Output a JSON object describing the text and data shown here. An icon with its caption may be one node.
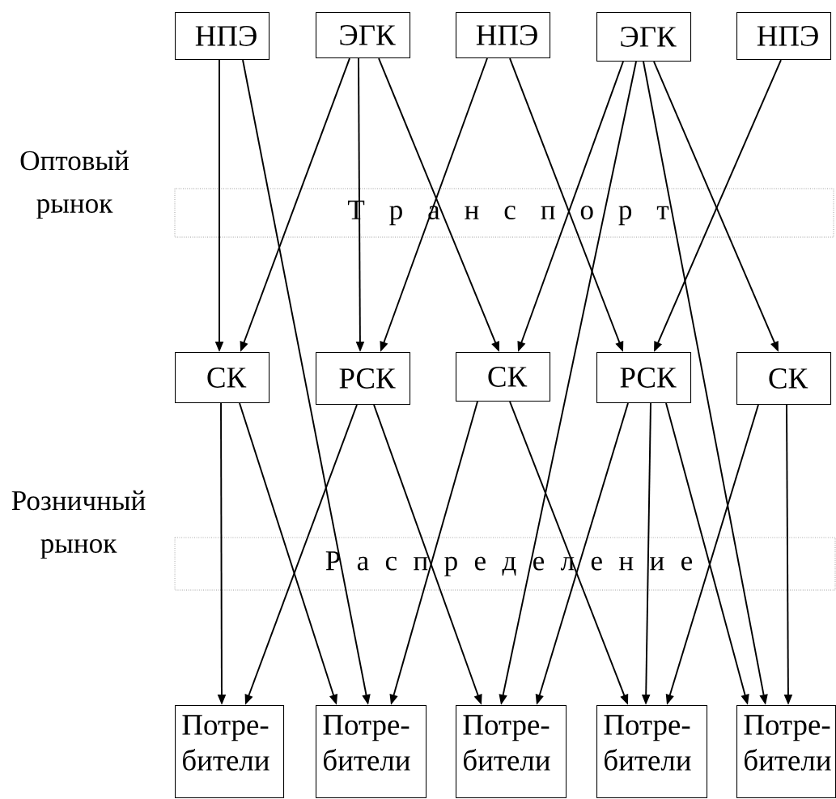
{
  "diagram": {
    "nodes": [
      {
        "text": [
          "НПЭ"
        ]
      },
      {
        "text": [
          "ЭГК"
        ]
      },
      {
        "text": [
          "НПЭ"
        ]
      },
      {
        "text": [
          "ЭГК"
        ]
      },
      {
        "text": [
          "НПЭ"
        ]
      },
      {
        "text": [
          "СК"
        ]
      },
      {
        "text": [
          "РСК"
        ]
      },
      {
        "text": [
          "СК"
        ]
      },
      {
        "text": [
          "РСК"
        ]
      },
      {
        "text": [
          "СК"
        ]
      },
      {
        "text": [
          "Потре- бители"
        ]
      },
      {
        "text": [
          "Потре- бители"
        ]
      },
      {
        "text": [
          "Потре- бители"
        ]
      },
      {
        "text": [
          "Потре- бители"
        ]
      },
      {
        "text": [
          "Потре- бители"
        ]
      }
    ],
    "edges": [
      {
        "from": 0,
        "to": 5,
        "arrow": "to"
      },
      {
        "from": 0,
        "to": 11,
        "arrow": "to"
      },
      {
        "from": 1,
        "to": 5,
        "arrow": "to"
      },
      {
        "from": 1,
        "to": 6,
        "arrow": "to"
      },
      {
        "from": 1,
        "to": 7,
        "arrow": "to"
      },
      {
        "from": 2,
        "to": 6,
        "arrow": "to"
      },
      {
        "from": 2,
        "to": 8,
        "arrow": "to"
      },
      {
        "from": 3,
        "to": 7,
        "arrow": "to"
      },
      {
        "from": 3,
        "to": 12,
        "arrow": "to"
      },
      {
        "from": 3,
        "to": 14,
        "arrow": "to"
      },
      {
        "from": 3,
        "to": 9,
        "arrow": "to"
      },
      {
        "from": 4,
        "to": 8,
        "arrow": "to"
      },
      {
        "from": 5,
        "to": 10,
        "arrow": "to"
      },
      {
        "from": 5,
        "to": 11,
        "arrow": "to"
      },
      {
        "from": 6,
        "to": 10,
        "arrow": "to"
      },
      {
        "from": 6,
        "to": 12,
        "arrow": "to"
      },
      {
        "from": 7,
        "to": 11,
        "arrow": "to"
      },
      {
        "from": 7,
        "to": 13,
        "arrow": "to"
      },
      {
        "from": 8,
        "to": 12,
        "arrow": "to"
      },
      {
        "from": 8,
        "to": 13,
        "arrow": "to"
      },
      {
        "from": 8,
        "to": 14,
        "arrow": "to"
      },
      {
        "from": 9,
        "to": 13,
        "arrow": "to"
      },
      {
        "from": 9,
        "to": 14,
        "arrow": "to"
      }
    ],
    "labels": [
      "Оптовый рынок",
      "Т р а н с п о р т",
      "Розничный рынок",
      "Р а с п р е д е л е н и е"
    ]
  }
}
